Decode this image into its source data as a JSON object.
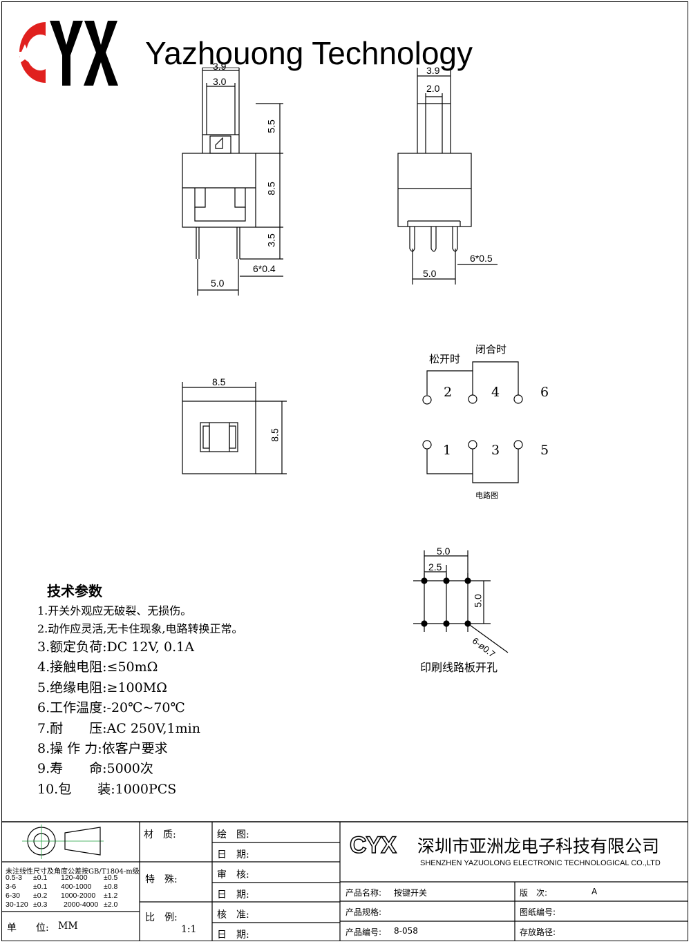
{
  "header": {
    "logo_text": "CYX",
    "company_name": "Yazhouong Technology"
  },
  "drawing": {
    "front_view": {
      "dim_top_outer": "3.9",
      "dim_top_inner": "3.0",
      "dim_stem_height": "5.5",
      "dim_body_height": "8.5",
      "dim_pin_length": "3.5",
      "dim_pin_size": "6*0.4",
      "dim_pin_pitch": "5.0"
    },
    "side_view": {
      "dim_top_outer": "3.9",
      "dim_top_inner": "2.0",
      "dim_pin_size": "6*0.5",
      "dim_pin_pitch": "5.0"
    },
    "top_view": {
      "dim_width": "8.5",
      "dim_height": "8.5"
    },
    "circuit": {
      "label_open": "松开时",
      "label_closed": "闭合时",
      "pins_top": [
        "2",
        "4",
        "6"
      ],
      "pins_bottom": [
        "1",
        "3",
        "5"
      ],
      "caption": "电路图"
    },
    "pcb": {
      "dim_total": "5.0",
      "dim_half": "2.5",
      "dim_vertical": "5.0",
      "dim_hole": "6-ø0.7",
      "caption": "印刷线路板开孔"
    }
  },
  "specs": {
    "title": "技术参数",
    "items": [
      "1.开关外观应无破裂、无损伤。",
      "2.动作应灵活,无卡住现象,电路转换正常。",
      "3.额定负荷:DC 12V, 0.1A",
      "4.接触电阻:≤50mΩ",
      "5.绝缘电阻:≥100MΩ",
      "6.工作温度:-20℃~70℃",
      "7.耐　　压:AC 250V,1min",
      "8.操 作 力:依客户要求",
      "9.寿　　命:5000次",
      "10.包　　装:1000PCS"
    ]
  },
  "title_block": {
    "tolerance_title": "未注线性尺寸及角度公差按GB/T1804-m级",
    "tolerances": [
      [
        "0.5-3",
        "±0.1",
        "120-400",
        "±0.5"
      ],
      [
        "3-6",
        "±0.1",
        "400-1000",
        "±0.8"
      ],
      [
        "6-30",
        "±0.2",
        "1000-2000",
        "±1.2"
      ],
      [
        "30-120",
        "±0.3",
        "2000-4000",
        "±2.0"
      ]
    ],
    "unit_label": "单　　位:",
    "unit_value": "MM",
    "material_label": "材　质:",
    "special_label": "特　殊:",
    "scale_label": "比　例:",
    "scale_value": "1:1",
    "drawn_label": "绘　图:",
    "date_label_1": "日　期:",
    "review_label": "审　核:",
    "date_label_2": "日　期:",
    "approve_label": "核　准:",
    "date_label_3": "日　期:",
    "company_logo": "CYX",
    "company_cn": "深圳市亚洲龙电子科技有限公司",
    "company_en": "SHENZHEN YAZUOLONG ELECTRONIC TECHNOLOGICAL CO.,LTD",
    "product_name_label": "产品名称:",
    "product_name": "按键开关",
    "version_label": "版　次:",
    "version_value": "A",
    "product_spec_label": "产品规格:",
    "drawing_no_label": "图纸编号:",
    "product_no_label": "产品编号:",
    "product_no": "8-058",
    "storage_label": "存放路径:"
  },
  "colors": {
    "logo_red": "#e0201e",
    "ink": "#000000"
  }
}
